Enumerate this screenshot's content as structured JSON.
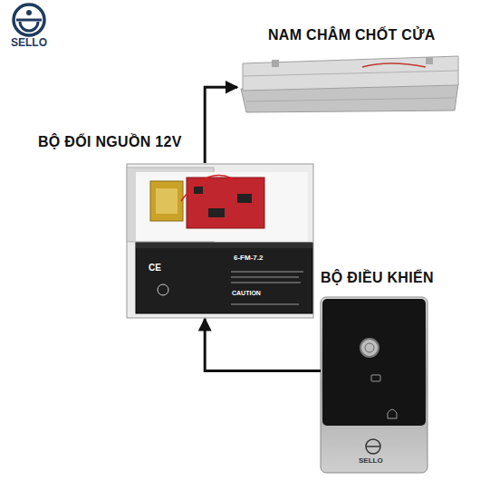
{
  "diagram": {
    "nodes": [
      {
        "text": [
          "NAM CHÂM CHỐT CỬA"
        ]
      },
      {
        "text": [
          "BỘ ĐỔI NGUỒN 12V"
        ]
      },
      {
        "text": [
          "BỘ ĐIỀU KHIỂN"
        ]
      }
    ],
    "edges": [
      {
        "from": 1,
        "to": 0,
        "arrow": "to"
      },
      {
        "from": 2,
        "to": 1,
        "arrow": "to"
      }
    ],
    "labels": [
      "SELLO",
      "6-FM-7.2",
      "CE",
      "CAUTION",
      "SELLO"
    ]
  }
}
